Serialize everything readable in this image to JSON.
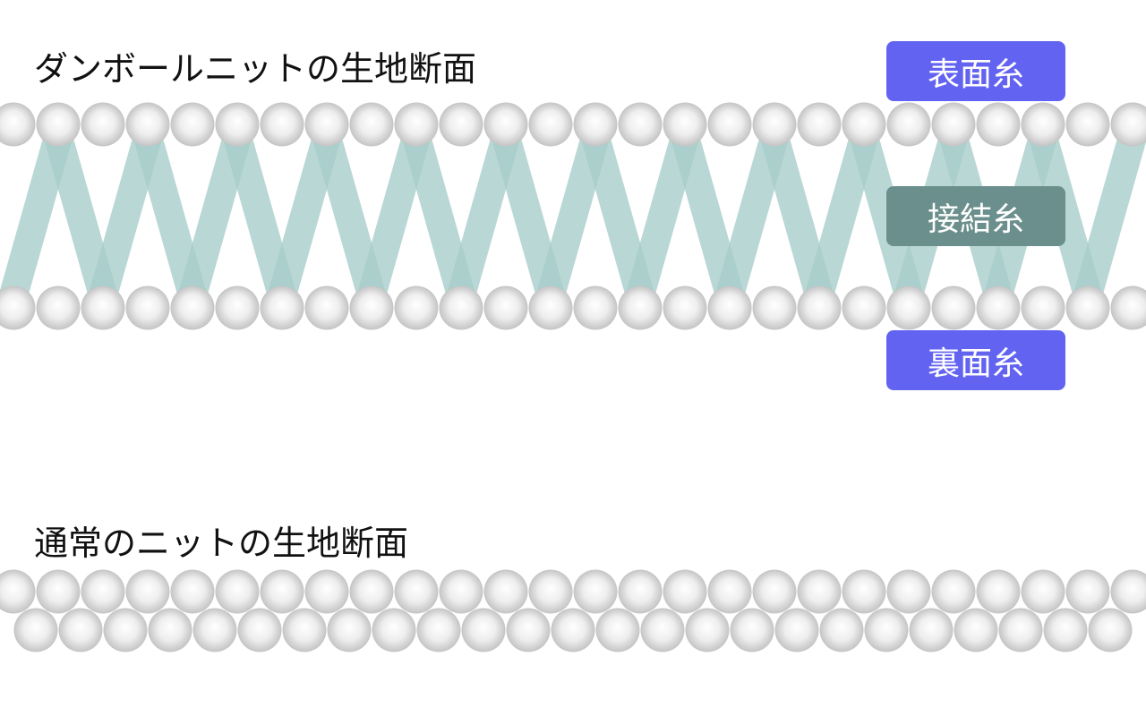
{
  "diagram": {
    "dumbbell_title": "ダンボールニットの生地断面",
    "normal_title": "通常のニットの生地断面"
  },
  "labels": {
    "face_yarn": "表面糸",
    "connecting_yarn": "接結糸",
    "back_yarn": "裏面糸"
  },
  "colors": {
    "label_blue": "#6363f2",
    "label_teal": "#6b8f8c",
    "connecting_yarn": "#a8cecb",
    "yarn_ball_light": "#ffffff",
    "yarn_ball_dark": "#c4c4c4"
  },
  "icons": {
    "yarn_loop": "circle-gradient",
    "connecting_strand": "zigzag-band"
  }
}
